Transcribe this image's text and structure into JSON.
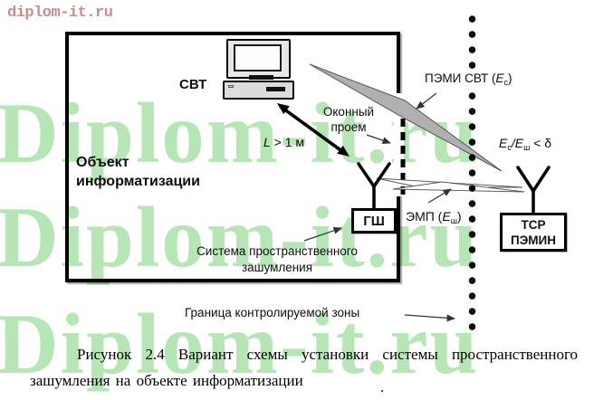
{
  "logo": {
    "text": "diplom-it.ru"
  },
  "watermark": {
    "text": "Diplom-it.ru"
  },
  "colors": {
    "watermark_green": "rgba(62,190,60,0.38)",
    "logo_pink": "#c78c8c",
    "beam_gray": "#b0b0b0",
    "line_black": "#111111"
  },
  "icons": {
    "computer": "computer-icon (monitor + system unit shapes)",
    "gsh_antenna": "antenna-icon (Y shape)",
    "tsr_antenna": "antenna-icon (Y shape)",
    "zone_boundary": "vertical dotted line",
    "window": "vertical dashed line"
  },
  "diagram": {
    "object_label": "Объект информатизации",
    "svt_label": "СВТ",
    "window_label_line1": "Оконный",
    "window_label_line2": "проем",
    "distance": {
      "var": "L",
      "rest": " > 1 м"
    },
    "pemi": {
      "prefix": "ПЭМИ СВТ (",
      "symbol": "E",
      "sub": "с",
      "suffix": ")"
    },
    "ratio": {
      "e1": "E",
      "sub1": "с",
      "slash": "/",
      "e2": "E",
      "sub2": "ш",
      "rest": " < δ"
    },
    "emp": {
      "prefix": "ЭМП (",
      "symbol": "E",
      "sub": "ш",
      "suffix": ")"
    },
    "gsh_box_label": "ГШ",
    "tsr_box_line1": "ТСР",
    "tsr_box_line2": "ПЭМИН",
    "system_label_line1": "Система пространственного",
    "system_label_line2": "зашумления",
    "boundary_label": "Граница контролируемой зоны"
  },
  "caption": {
    "text": "Рисунок 2.4 Вариант схемы установки системы пространственного зашумления на объекте информатизации",
    "trailing_dot": "."
  }
}
